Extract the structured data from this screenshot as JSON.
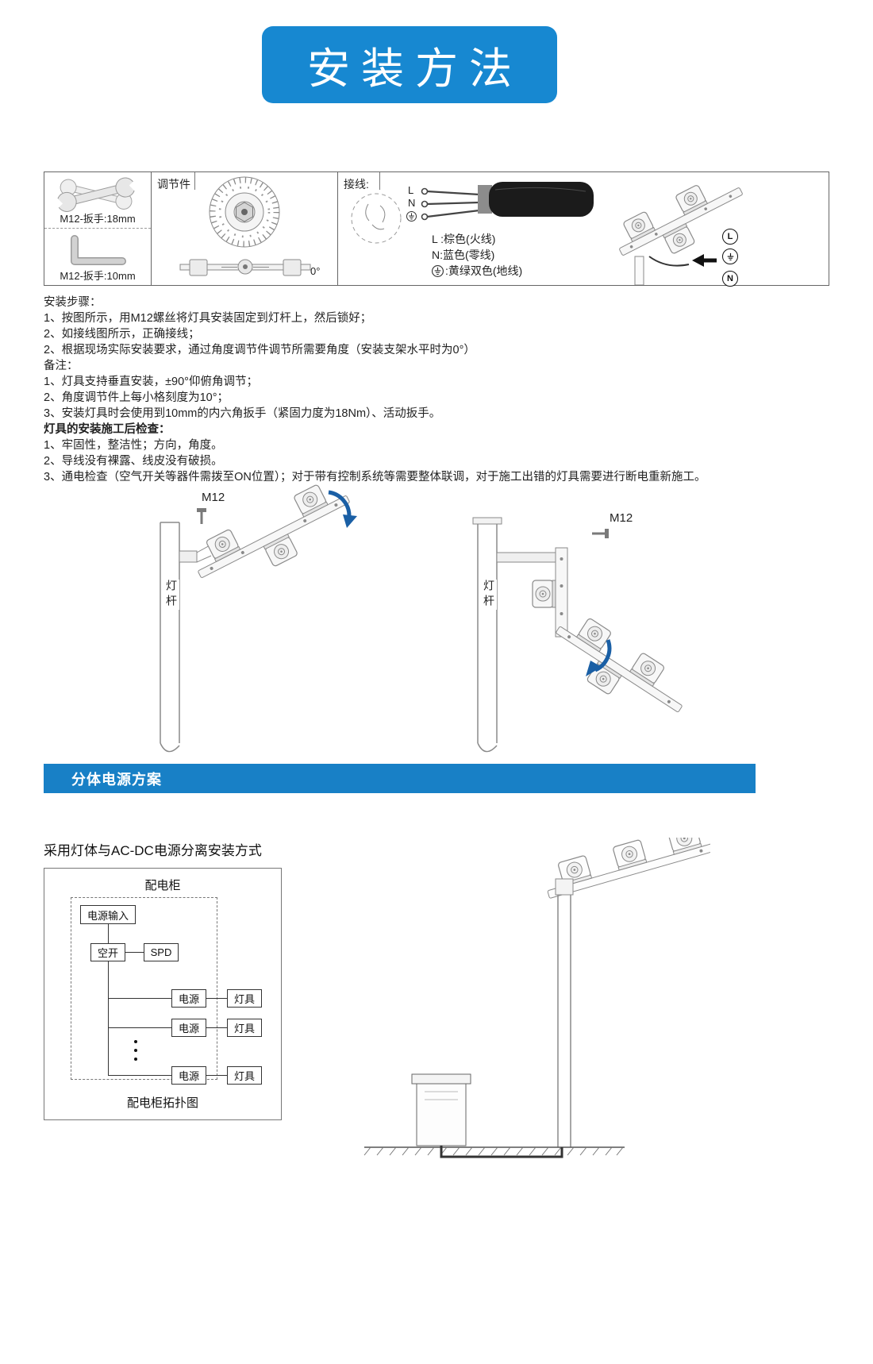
{
  "colors": {
    "banner_blue": "#1788d1",
    "section_blue": "#1880c6",
    "arrow_blue": "#1a5fa5",
    "line_gray": "#8a8a8a",
    "cable_black": "#1b1b1b"
  },
  "header": {
    "title": "安装方法"
  },
  "tools_table": {
    "wrench_18_label": "M12-扳手:18mm",
    "wrench_10_label": "M12-扳手:10mm",
    "adjuster": {
      "label": "调节件",
      "angle": "0°"
    },
    "wiring": {
      "label": "接线:",
      "l_label": "L",
      "n_label": "N",
      "ground_icon": "earth-ground",
      "legend_l": "L :棕色(火线)",
      "legend_n": "N:蓝色(零线)",
      "legend_ground": ":黄绿双色(地线)",
      "terminals": {
        "l": "L",
        "n": "N"
      }
    }
  },
  "steps": {
    "heading": "安装步骤：",
    "lines": [
      "1、按图所示，用M12螺丝将灯具安装固定到灯杆上，然后锁好；",
      "2、如接线图所示，正确接线；",
      "2、根据现场实际安装要求，通过角度调节件调节所需要角度（安装支架水平时为0°）"
    ],
    "notes_heading": "备注：",
    "notes": [
      "1、灯具支持垂直安装，±90°仰俯角调节；",
      "2、角度调节件上每小格刻度为10°；",
      "3、安装灯具时会使用到10mm的内六角扳手（紧固力度为18Nm）、活动扳手。"
    ],
    "check_heading": "灯具的安装施工后检查：",
    "checks": [
      "1、牢固性，整洁性；方向，角度。",
      "2、导线没有裸露、线皮没有破损。",
      "3、通电检查（空气开关等器件需拨至ON位置）；对于带有控制系统等需要整体联调，对于施工出错的灯具需要进行断电重新施工。"
    ]
  },
  "mounting_diagrams": {
    "left": {
      "screw_label": "M12",
      "pole_label": "灯杆"
    },
    "right": {
      "screw_label": "M12",
      "pole_label": "灯杆"
    }
  },
  "split_power": {
    "section_title": "分体电源方案",
    "description": "采用灯体与AC-DC电源分离安装方式",
    "topology": {
      "title": "配电柜",
      "power_input": "电源输入",
      "breaker": "空开",
      "spd": "SPD",
      "rows": [
        {
          "power": "电源",
          "fixture": "灯具"
        },
        {
          "power": "电源",
          "fixture": "灯具"
        },
        {
          "power": "电源",
          "fixture": "灯具"
        }
      ],
      "caption": "配电柜拓扑图"
    }
  }
}
